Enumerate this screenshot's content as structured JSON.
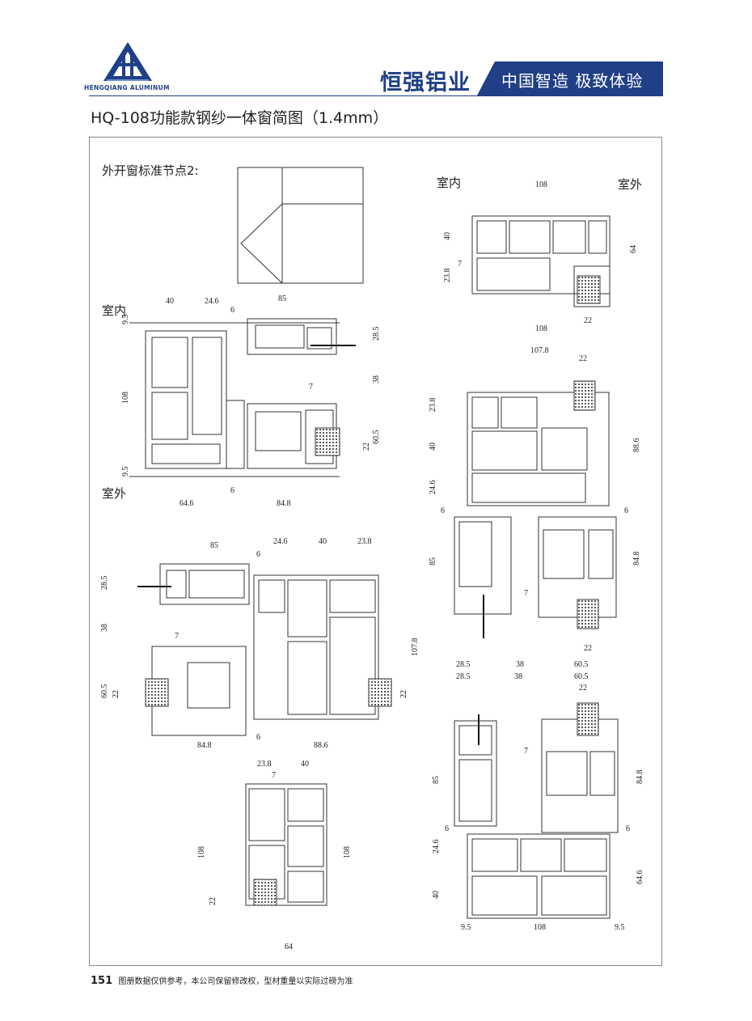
{
  "header": {
    "logo_text": "HENGQIANG ALUMINUM",
    "company": "恒强铝业",
    "slogan": "中国智造 极致体验",
    "brand_color": "#1f3f86"
  },
  "title": "HQ-108功能款钢纱一体窗简图（1.4mm）",
  "labels": {
    "node_title": "外开窗标准节点2:",
    "indoor": "室内",
    "outdoor": "室外"
  },
  "dimensions": {
    "d108": "108",
    "d107_8": "107.8",
    "d85": "85",
    "d40": "40",
    "d24_6": "24.6",
    "d6": "6",
    "d9_5": "9.5",
    "d28_5": "28.5",
    "d38": "38",
    "d7": "7",
    "d60_5": "60.5",
    "d22": "22",
    "d64": "64",
    "d64_6": "64.6",
    "d84_8": "84.8",
    "d88_6": "88.6",
    "d23_8": "23.8"
  },
  "footer": {
    "page_number": "151",
    "note": "图册数据仅供参考，本公司保留修改权，型材重量以实际过磅为准"
  }
}
